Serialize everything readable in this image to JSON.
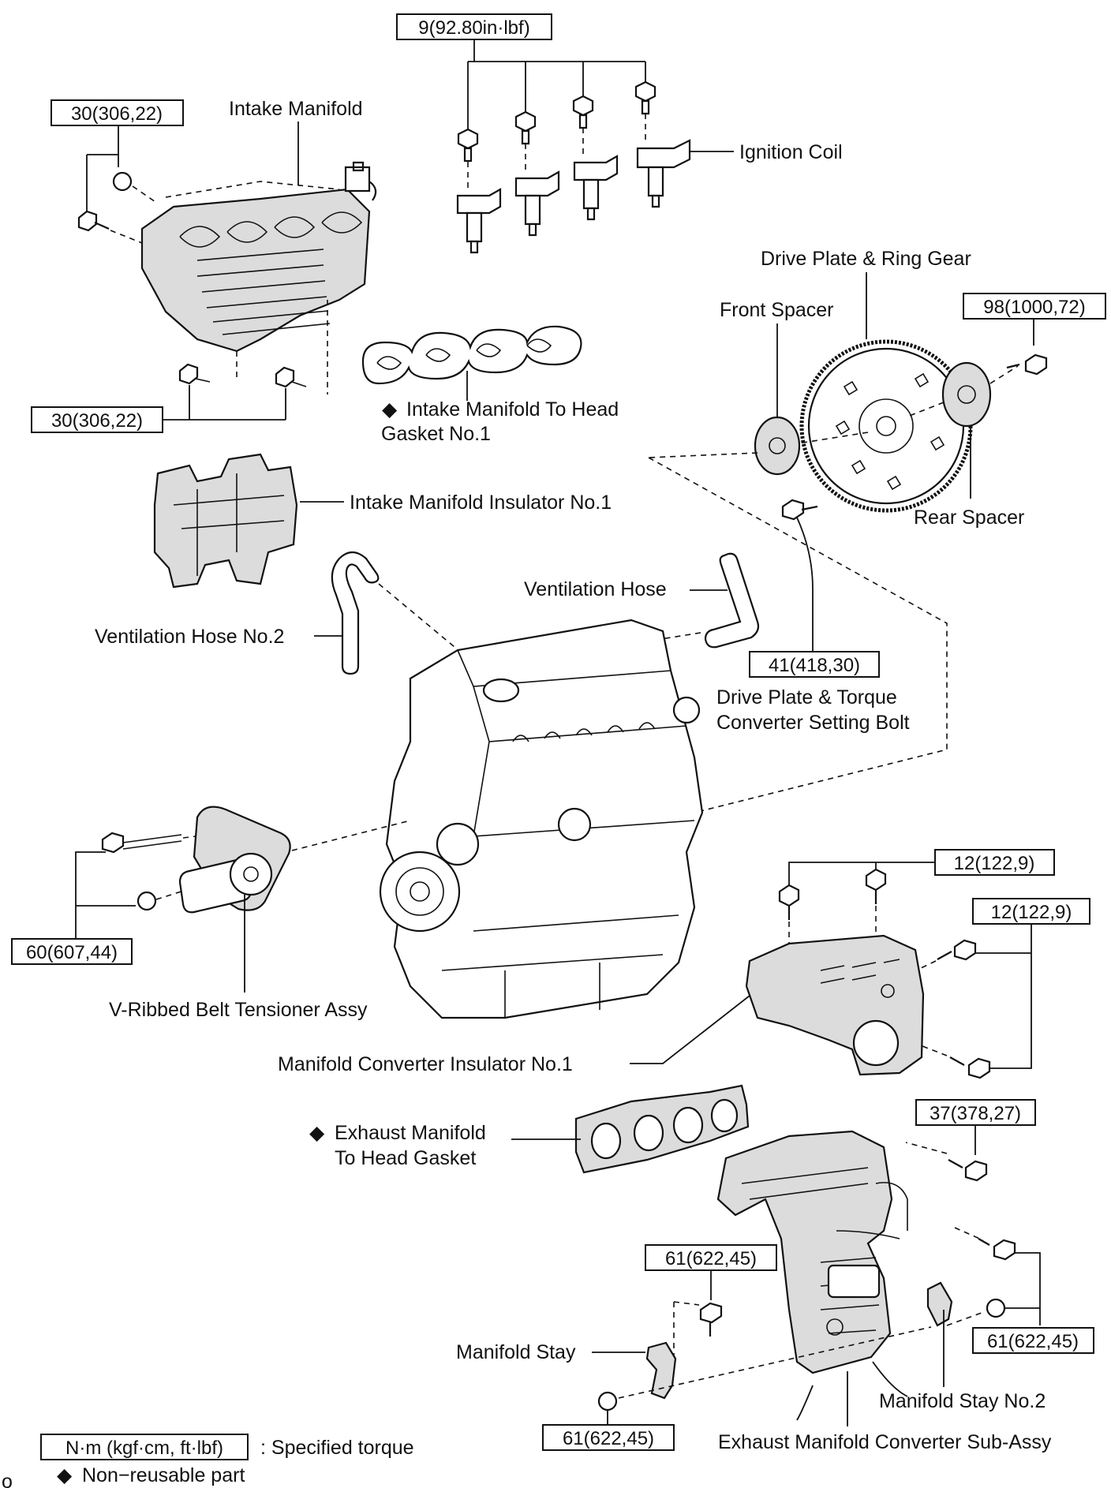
{
  "torque_specs": {
    "ignition_coil_bolts": "9(92.80in·lbf)",
    "intake_manifold_nuts_upper": "30(306,22)",
    "intake_manifold_bolts_lower": "30(306,22)",
    "drive_plate_bolt": "98(1000,72)",
    "drive_plate_setting_bolt": "41(418,30)",
    "belt_tensioner_bolts": "60(607,44)",
    "insulator_bolts_upper": "12(122,9)",
    "insulator_bolts_side": "12(122,9)",
    "exhaust_manifold_nut_top": "37(378,27)",
    "manifold_stay_bolt_upper": "61(622,45)",
    "manifold_stay_nut_lower": "61(622,45)",
    "exhaust_manifold_right_bolts": "61(622,45)"
  },
  "parts": {
    "intake_manifold": "Intake Manifold",
    "ignition_coil": "Ignition Coil",
    "drive_plate_ring_gear": "Drive Plate & Ring Gear",
    "front_spacer": "Front Spacer",
    "rear_spacer": "Rear Spacer",
    "gasket_line1": "Intake Manifold To Head",
    "gasket_line2": "Gasket No.1",
    "insulator_no1": "Intake Manifold Insulator No.1",
    "ventilation_hose": "Ventilation Hose",
    "ventilation_hose_no2": "Ventilation Hose No.2",
    "setting_bolt_line1": "Drive Plate & Torque",
    "setting_bolt_line2": "Converter Setting Bolt",
    "belt_tensioner": "V-Ribbed Belt Tensioner Assy",
    "manifold_converter_insulator": "Manifold Converter Insulator No.1",
    "exhaust_gasket_line1": "Exhaust Manifold",
    "exhaust_gasket_line2": "To Head Gasket",
    "manifold_stay": "Manifold Stay",
    "manifold_stay_no2": "Manifold Stay No.2",
    "exhaust_manifold_converter": "Exhaust Manifold Converter Sub-Assy"
  },
  "legend": {
    "unit_box": "N·m (kgf·cm, ft·lbf)",
    "unit_desc": ": Specified torque",
    "non_reusable": "Non−reusable part"
  },
  "non_reusable_marker": "◆",
  "page_corner_mark": "o"
}
